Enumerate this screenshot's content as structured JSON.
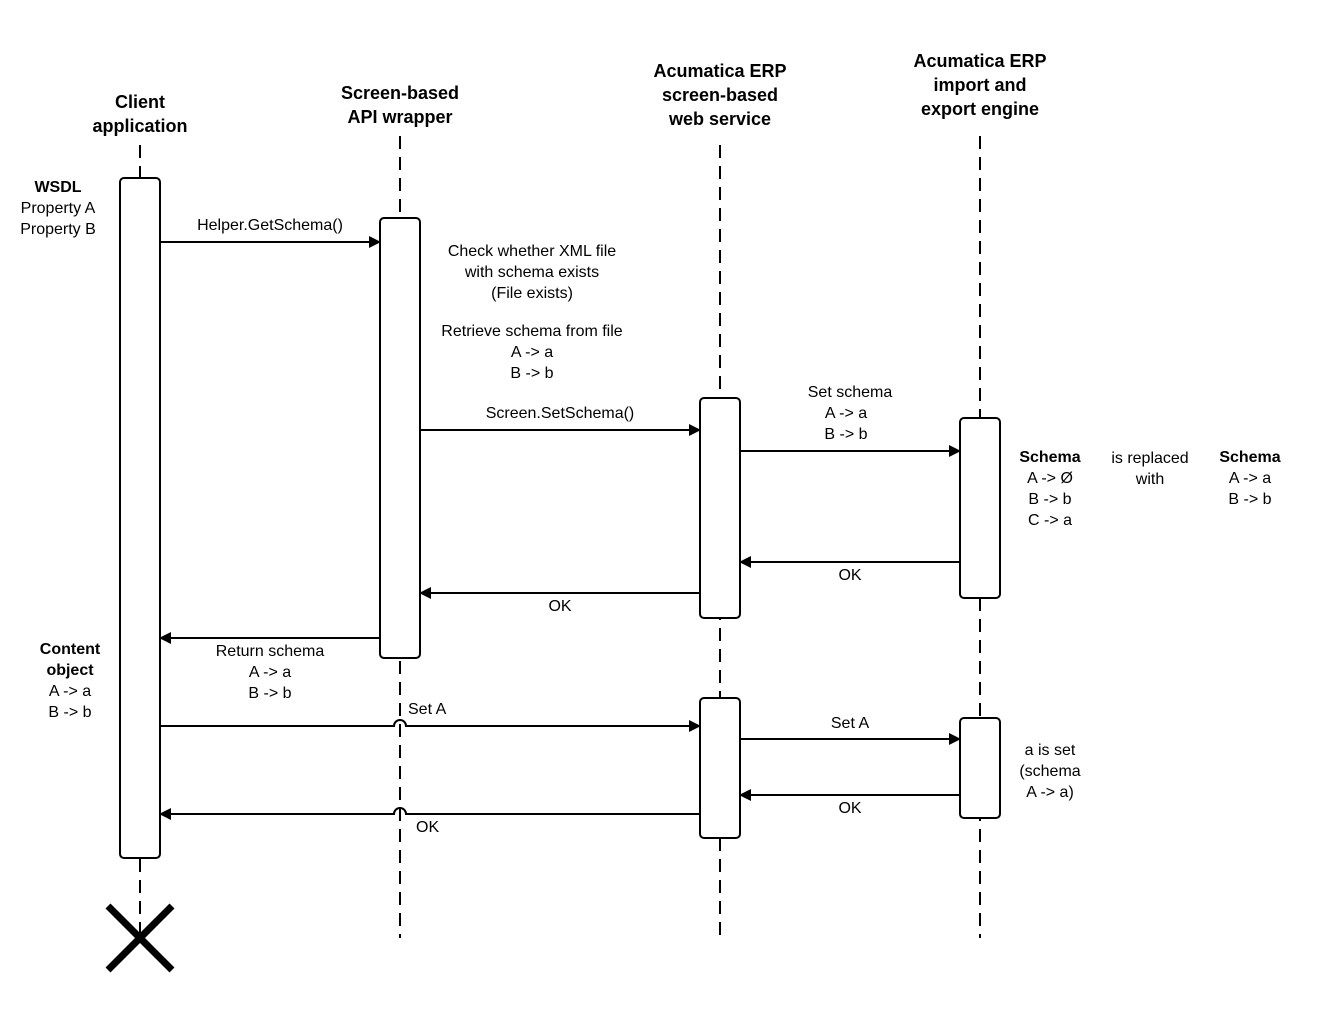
{
  "participants": [
    {
      "id": "client",
      "title": [
        "Client",
        "application"
      ]
    },
    {
      "id": "wrapper",
      "title": [
        "Screen-based",
        "API wrapper"
      ]
    },
    {
      "id": "service",
      "title": [
        "Acumatica ERP",
        "screen-based",
        "web service"
      ]
    },
    {
      "id": "engine",
      "title": [
        "Acumatica ERP",
        "import and",
        "export engine"
      ]
    }
  ],
  "messages": [
    {
      "from": "client",
      "to": "wrapper",
      "label": [
        "Helper.GetSchema()"
      ]
    },
    {
      "from": "wrapper",
      "to": "service",
      "label": [
        "Screen.SetSchema()"
      ]
    },
    {
      "from": "service",
      "to": "engine",
      "label": [
        "Set schema",
        "A -> a",
        "B -> b"
      ]
    },
    {
      "from": "engine",
      "to": "service",
      "label": [
        "OK"
      ]
    },
    {
      "from": "service",
      "to": "wrapper",
      "label": [
        "OK"
      ]
    },
    {
      "from": "wrapper",
      "to": "client",
      "label": [
        "Return schema",
        "A -> a",
        "B -> b"
      ]
    },
    {
      "from": "client",
      "to": "service",
      "label": [
        "Set A"
      ]
    },
    {
      "from": "service",
      "to": "engine",
      "label": [
        "Set A"
      ]
    },
    {
      "from": "engine",
      "to": "service",
      "label": [
        "OK"
      ]
    },
    {
      "from": "service",
      "to": "client",
      "label": [
        "OK"
      ]
    }
  ],
  "notes": {
    "wsdl": {
      "heading": "WSDL",
      "lines": [
        "Property A",
        "Property B"
      ]
    },
    "check_file": [
      "Check whether XML file",
      "with schema exists",
      "(File exists)"
    ],
    "retrieve": [
      "Retrieve schema from file",
      "A -> a",
      "B -> b"
    ],
    "schema_old": {
      "heading": "Schema",
      "lines": [
        "A -> Ø",
        "B -> b",
        "C -> a"
      ]
    },
    "replaced": [
      "is replaced",
      "with"
    ],
    "schema_new": {
      "heading": "Schema",
      "lines": [
        "A -> a",
        "B -> b"
      ]
    },
    "content": {
      "heading": [
        "Content",
        "object"
      ],
      "lines": [
        "A -> a",
        "B -> b"
      ]
    },
    "a_is_set": [
      "a is set",
      "(schema",
      "A -> a)"
    ]
  },
  "terminator": {
    "participant": "client",
    "icon": "destroy-x-icon"
  }
}
